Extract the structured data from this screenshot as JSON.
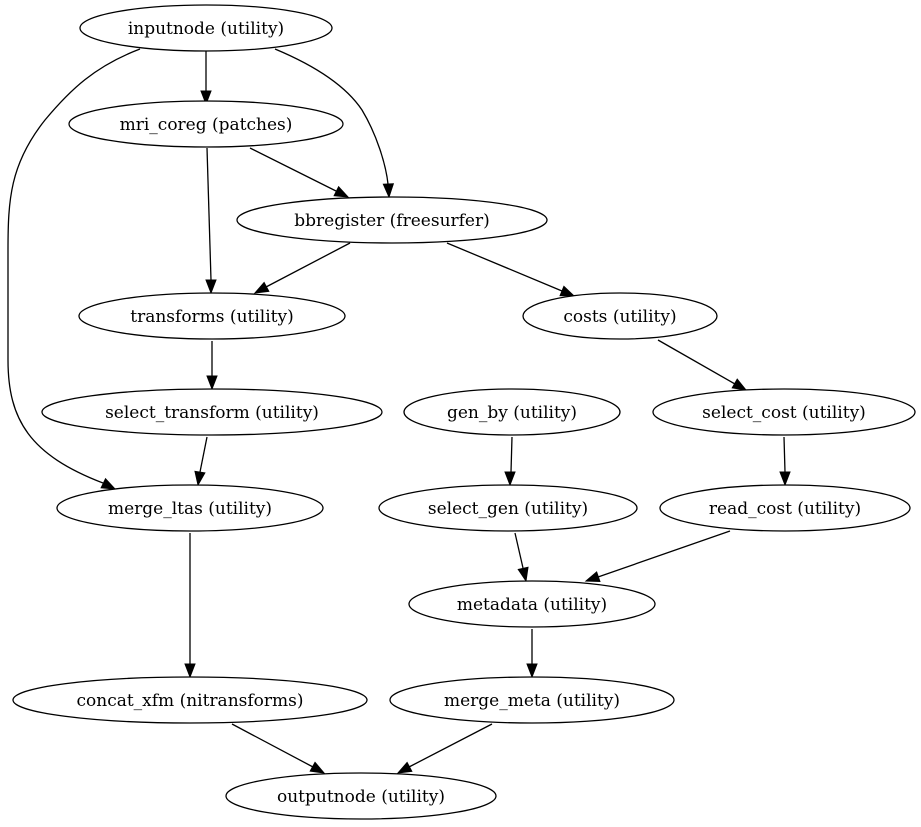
{
  "diagram": {
    "nodes": [
      {
        "id": "inputnode",
        "label": "inputnode (utility)"
      },
      {
        "id": "mri_coreg",
        "label": "mri_coreg (patches)"
      },
      {
        "id": "bbregister",
        "label": "bbregister (freesurfer)"
      },
      {
        "id": "transforms",
        "label": "transforms (utility)"
      },
      {
        "id": "costs",
        "label": "costs (utility)"
      },
      {
        "id": "select_transform",
        "label": "select_transform (utility)"
      },
      {
        "id": "gen_by",
        "label": "gen_by (utility)"
      },
      {
        "id": "select_cost",
        "label": "select_cost (utility)"
      },
      {
        "id": "merge_ltas",
        "label": "merge_ltas (utility)"
      },
      {
        "id": "select_gen",
        "label": "select_gen (utility)"
      },
      {
        "id": "read_cost",
        "label": "read_cost (utility)"
      },
      {
        "id": "metadata",
        "label": "metadata (utility)"
      },
      {
        "id": "concat_xfm",
        "label": "concat_xfm (nitransforms)"
      },
      {
        "id": "merge_meta",
        "label": "merge_meta (utility)"
      },
      {
        "id": "outputnode",
        "label": "outputnode (utility)"
      }
    ],
    "edges": [
      {
        "from": "inputnode",
        "to": "mri_coreg"
      },
      {
        "from": "inputnode",
        "to": "bbregister"
      },
      {
        "from": "inputnode",
        "to": "merge_ltas"
      },
      {
        "from": "mri_coreg",
        "to": "bbregister"
      },
      {
        "from": "mri_coreg",
        "to": "transforms"
      },
      {
        "from": "bbregister",
        "to": "transforms"
      },
      {
        "from": "bbregister",
        "to": "costs"
      },
      {
        "from": "transforms",
        "to": "select_transform"
      },
      {
        "from": "costs",
        "to": "select_cost"
      },
      {
        "from": "select_transform",
        "to": "merge_ltas"
      },
      {
        "from": "gen_by",
        "to": "select_gen"
      },
      {
        "from": "select_cost",
        "to": "read_cost"
      },
      {
        "from": "merge_ltas",
        "to": "concat_xfm"
      },
      {
        "from": "select_gen",
        "to": "metadata"
      },
      {
        "from": "read_cost",
        "to": "metadata"
      },
      {
        "from": "metadata",
        "to": "merge_meta"
      },
      {
        "from": "concat_xfm",
        "to": "outputnode"
      },
      {
        "from": "merge_meta",
        "to": "outputnode"
      }
    ]
  }
}
